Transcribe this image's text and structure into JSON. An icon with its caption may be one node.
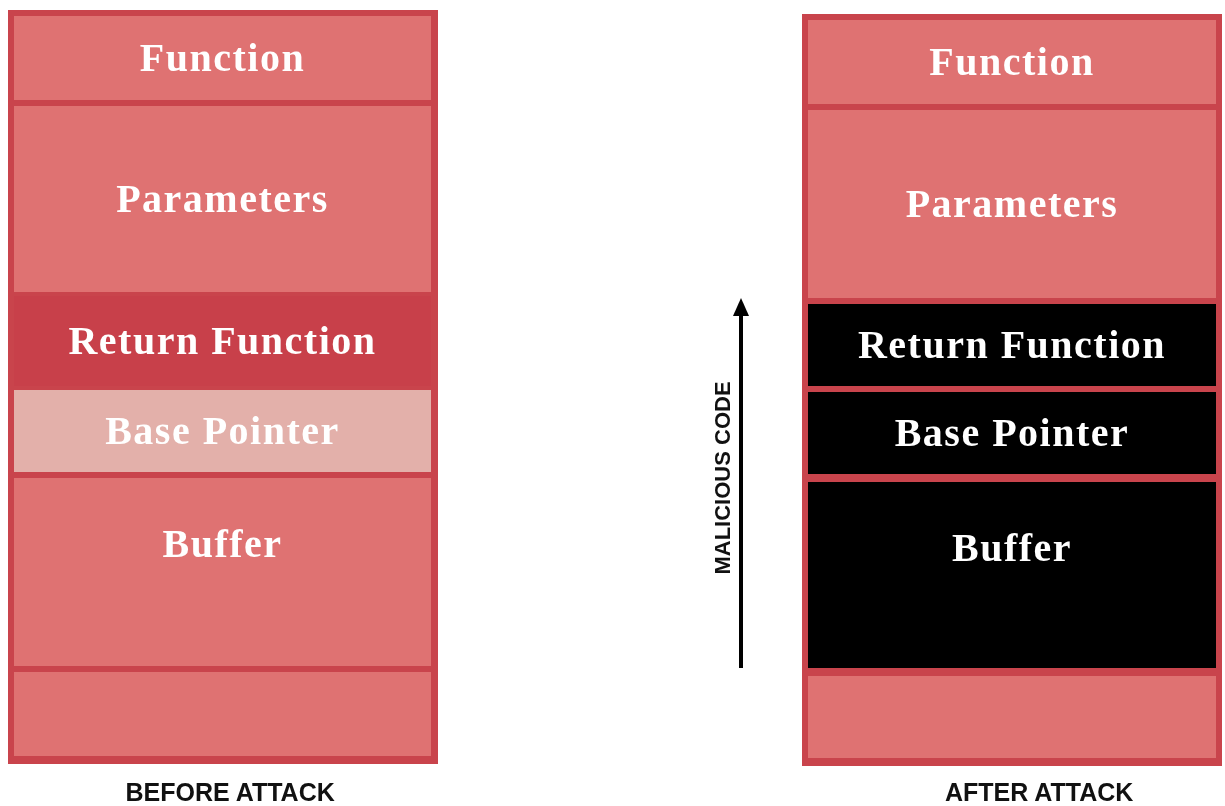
{
  "diagram": {
    "nodes": [
      {
        "text": [
          "Function"
        ]
      },
      {
        "text": [
          "Parameters"
        ]
      },
      {
        "text": [
          "Return Function"
        ]
      },
      {
        "text": [
          "Base Pointer"
        ]
      },
      {
        "text": [
          "Buffer"
        ]
      },
      {
        "text": [],
        "shape": "box"
      },
      {
        "text": [
          "Function"
        ]
      },
      {
        "text": [
          "Parameters"
        ]
      },
      {
        "text": [
          "Return Function"
        ]
      },
      {
        "text": [
          "Base Pointer"
        ]
      },
      {
        "text": [
          "Buffer"
        ]
      },
      {
        "text": [],
        "shape": "box"
      }
    ],
    "labels": [
      "MALICIOUS CODE",
      "BEFORE ATTACK",
      "AFTER ATTACK"
    ]
  }
}
